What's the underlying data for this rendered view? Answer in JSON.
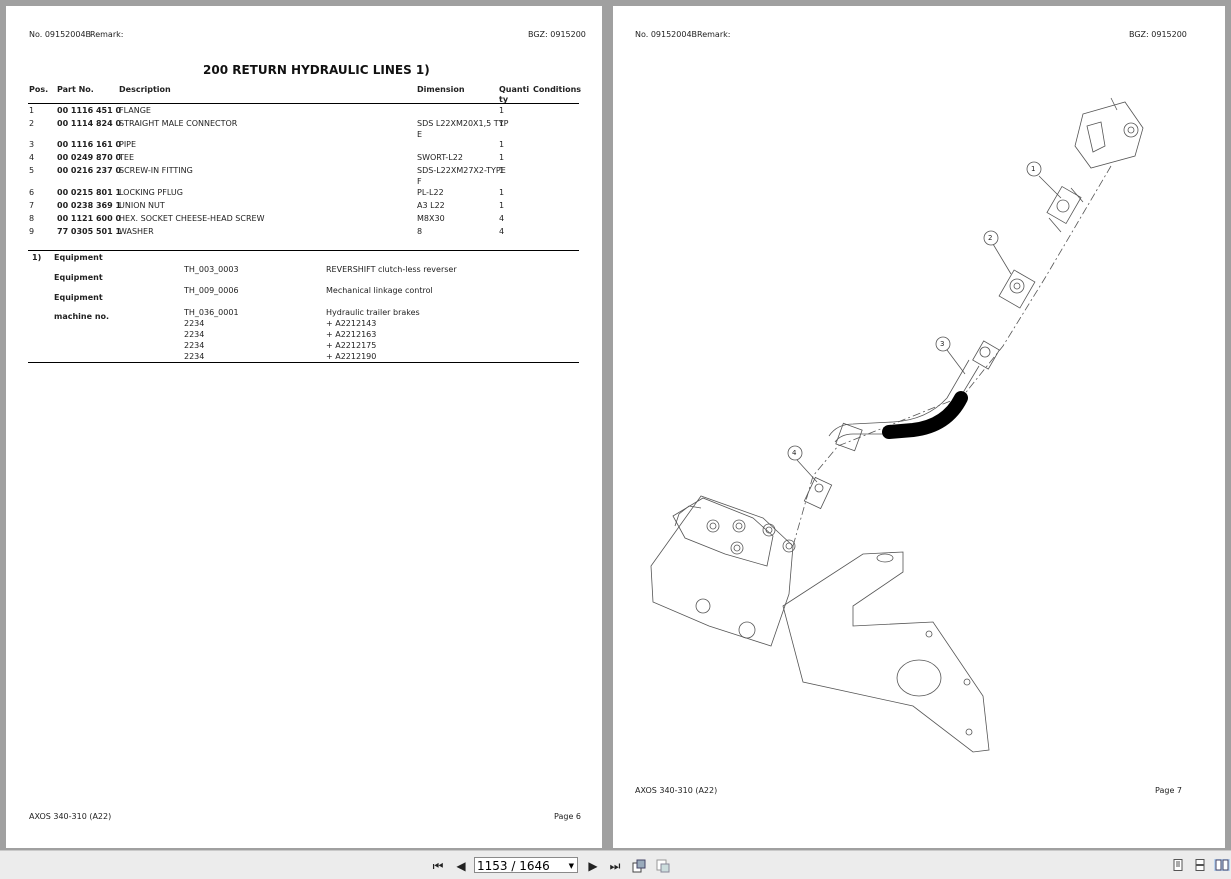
{
  "left_page": {
    "header": {
      "doc_no": "No. 09152004B",
      "remark": "Remark:",
      "bgz": "BGZ: 0915200"
    },
    "title": "200 RETURN HYDRAULIC LINES  1)",
    "columns": {
      "pos": "Pos.",
      "part_no": "Part No.",
      "description": "Description",
      "dimension": "Dimension",
      "quantity": "Quanti\nty",
      "conditions": "Conditions"
    },
    "rows": [
      {
        "pos": "1",
        "part_no": "00 1116 451 0",
        "description": "FLANGE",
        "dimension": "",
        "dimension2": "",
        "qty": "1"
      },
      {
        "pos": "2",
        "part_no": "00 1114 824 0",
        "description": "STRAIGHT MALE CONNECTOR",
        "dimension": "SDS L22XM20X1,5 TYP",
        "dimension2": "E",
        "qty": "1"
      },
      {
        "pos": "3",
        "part_no": "00 1116 161 0",
        "description": "PIPE",
        "dimension": "",
        "dimension2": "",
        "qty": "1"
      },
      {
        "pos": "4",
        "part_no": "00 0249 870 0",
        "description": "TEE",
        "dimension": "SWORT-L22",
        "dimension2": "",
        "qty": "1"
      },
      {
        "pos": "5",
        "part_no": "00 0216 237 0",
        "description": "SCREW-IN FITTING",
        "dimension": "SDS-L22XM27X2-TYPE",
        "dimension2": "F",
        "qty": "1"
      },
      {
        "pos": "6",
        "part_no": "00 0215 801 1",
        "description": "LOCKING PFLUG",
        "dimension": "PL-L22",
        "dimension2": "",
        "qty": "1"
      },
      {
        "pos": "7",
        "part_no": "00 0238 369 1",
        "description": "UNION NUT",
        "dimension": "A3 L22",
        "dimension2": "",
        "qty": "1"
      },
      {
        "pos": "8",
        "part_no": "00 1121 600 0",
        "description": "HEX. SOCKET CHEESE-HEAD SCREW",
        "dimension": "M8X30",
        "dimension2": "",
        "qty": "4"
      },
      {
        "pos": "9",
        "part_no": "77 0305 501 1",
        "description": "WASHER",
        "dimension": "8",
        "dimension2": "",
        "qty": "4"
      }
    ],
    "footnote": {
      "marker": "1)",
      "labels": [
        "Equipment",
        "Equipment",
        "Equipment",
        "machine no."
      ],
      "codes": [
        "TH_003_0003",
        "TH_009_0006",
        "TH_036_0001"
      ],
      "texts": [
        "REVERSHIFT  clutch-less reverser",
        "Mechanical linkage control",
        "Hydraulic trailer brakes"
      ],
      "machine_codes": [
        "2234",
        "2234",
        "2234",
        "2234"
      ],
      "machine_values": [
        "+ A2212143",
        "+ A2212163",
        "+ A2212175",
        "+ A2212190"
      ]
    },
    "footer": {
      "model": "AXOS 340-310 (A22)",
      "page": "Page 6"
    }
  },
  "right_page": {
    "header": {
      "doc_no": "No. 09152004B",
      "remark": "Remark:",
      "bgz": "BGZ: 0915200"
    },
    "callouts": [
      "1",
      "2",
      "3",
      "4"
    ],
    "footer": {
      "model": "AXOS 340-310 (A22)",
      "page": "Page 7"
    }
  },
  "toolbar": {
    "page_indicator": "1153 / 1646",
    "first_icon": "first-page-icon",
    "prev_icon": "prev-page-icon",
    "next_icon": "next-page-icon",
    "last_icon": "last-page-icon"
  }
}
